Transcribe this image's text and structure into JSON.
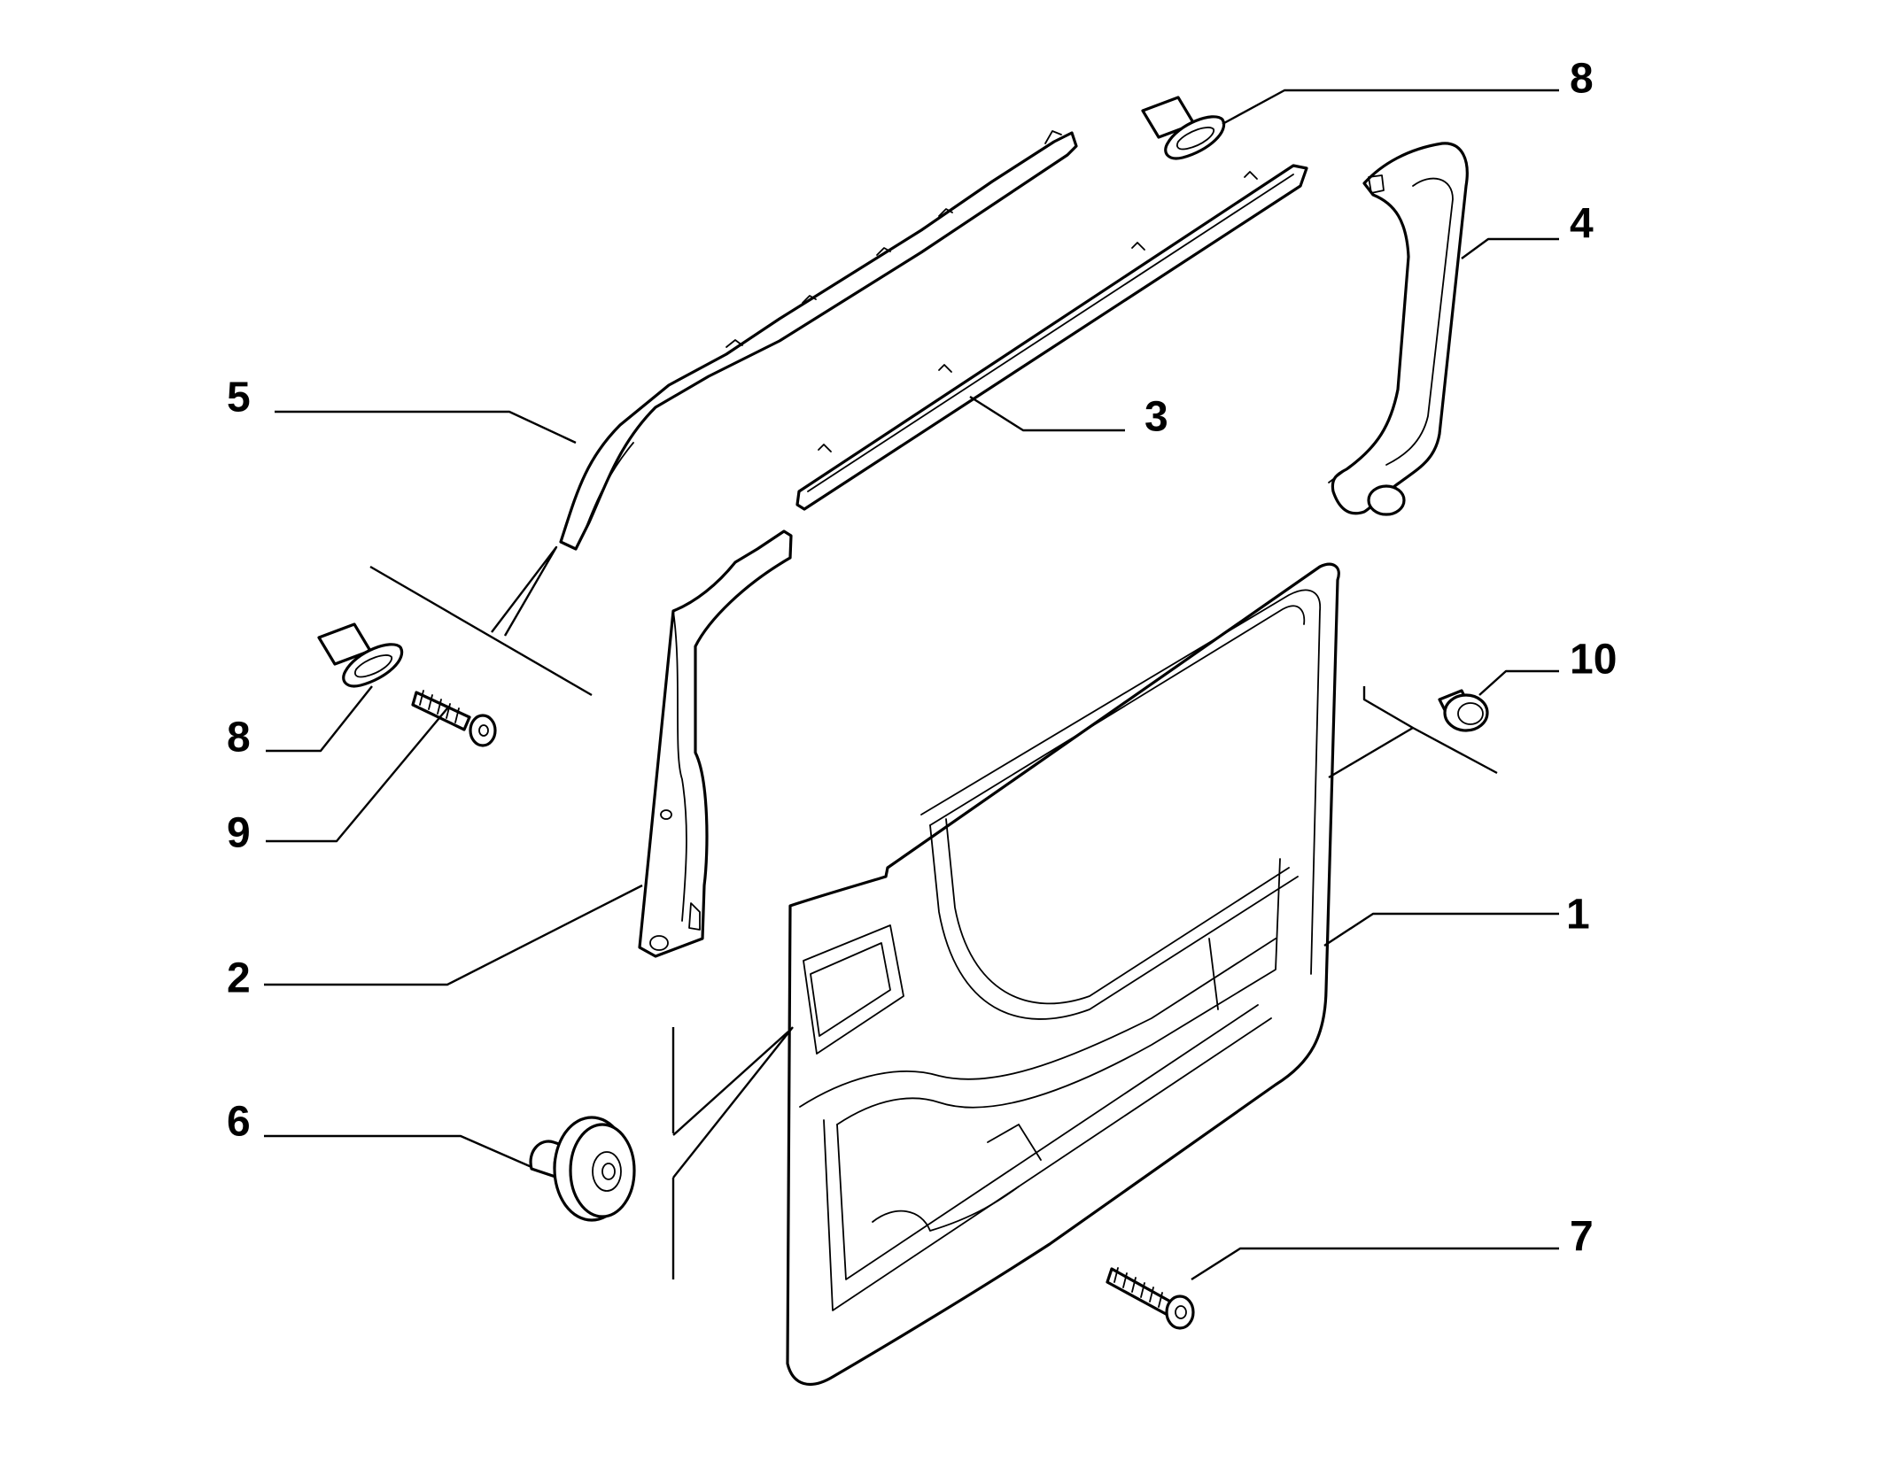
{
  "diagram": {
    "colors": {
      "line": "#000000",
      "fill": "#ffffff",
      "shade": "#d9d9d9"
    },
    "callouts": {
      "c1": "1",
      "c2": "2",
      "c3": "3",
      "c4": "4",
      "c5": "5",
      "c6": "6",
      "c7": "7",
      "c8_top": "8",
      "c8_left": "8",
      "c9": "9",
      "c10": "10"
    }
  }
}
